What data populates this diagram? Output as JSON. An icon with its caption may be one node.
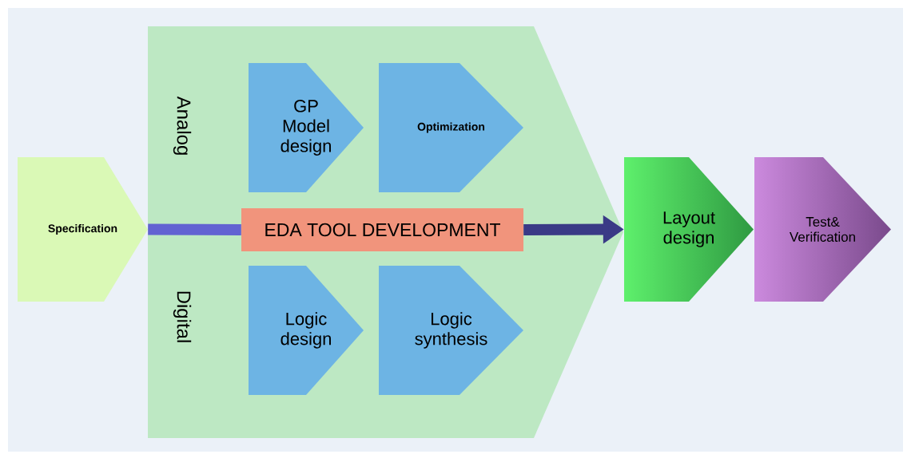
{
  "diagram": {
    "nodes": [
      {
        "text": [
          "Specification"
        ]
      },
      {
        "text": [
          "Analog",
          "Digital"
        ]
      },
      {
        "text": [
          "GP Model design"
        ],
        "in": 1
      },
      {
        "text": [
          "Optimization"
        ],
        "in": 1
      },
      {
        "text": [
          "EDA TOOL DEVELOPMENT"
        ],
        "in": 1
      },
      {
        "text": [
          "Logic design"
        ],
        "in": 1
      },
      {
        "text": [
          "Logic synthesis"
        ],
        "in": 1
      },
      {
        "text": [
          "Layout design"
        ]
      },
      {
        "text": [
          "Test& Verification"
        ]
      }
    ],
    "edges": [
      {
        "from": 0,
        "to": 4,
        "arrow": "none",
        "color": "#6262d2"
      },
      {
        "from": 4,
        "to": 7,
        "arrow": "to",
        "color": "#3a3a86"
      }
    ]
  }
}
